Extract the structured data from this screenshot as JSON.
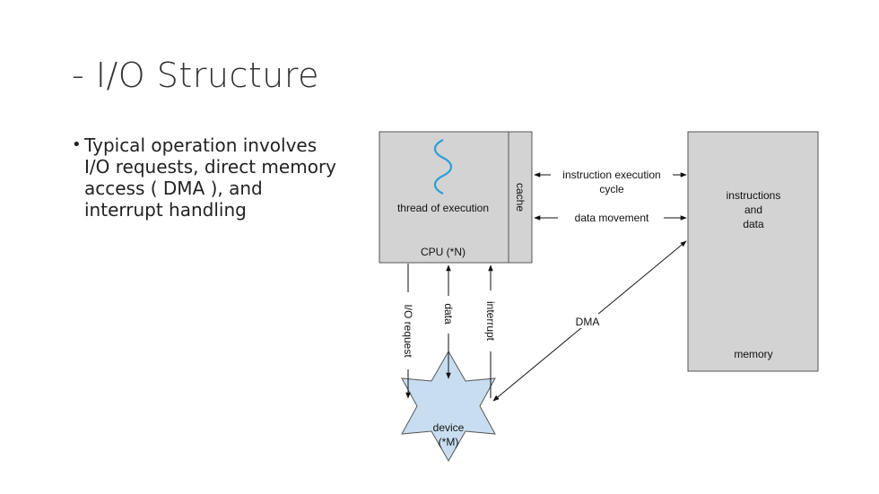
{
  "slide": {
    "title": "- I/O Structure",
    "bullets": [
      "Typical operation involves I/O requests, direct memory access ( DMA ), and interrupt handling"
    ]
  },
  "diagram": {
    "cpu": {
      "thread_label": "thread of execution",
      "cache_label": "cache",
      "cpu_label": "CPU (*N)"
    },
    "memory": {
      "content_line1": "instructions",
      "content_line2": "and",
      "content_line3": "data",
      "label": "memory"
    },
    "device": {
      "line1": "device",
      "line2": "(*M)"
    },
    "arrows": {
      "instruction_line1": "instruction execution",
      "instruction_line2": "cycle",
      "data_movement": "data movement",
      "io_request": "I/O request",
      "data": "data",
      "interrupt": "interrupt",
      "dma": "DMA"
    },
    "colors": {
      "box_fill": "#d3d3d3",
      "box_stroke": "#555555",
      "thread_wave": "#2a9fd8",
      "device_fill": "#c8def0"
    }
  }
}
